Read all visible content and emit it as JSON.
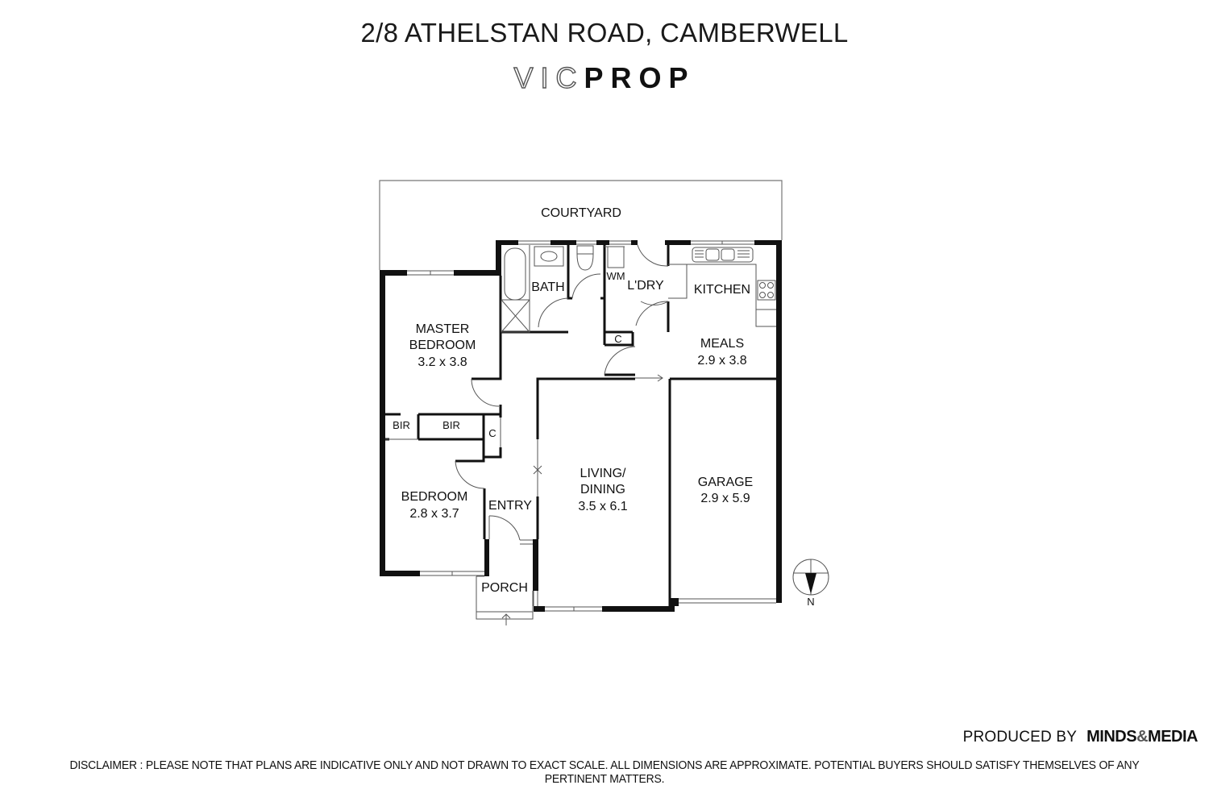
{
  "header": {
    "address": "2/8 ATHELSTAN ROAD, CAMBERWELL",
    "brand_light": "VIC",
    "brand_bold": "PROP"
  },
  "rooms": {
    "courtyard": {
      "name": "COURTYARD"
    },
    "bath": {
      "name": "BATH"
    },
    "wm": {
      "name": "WM"
    },
    "laundry": {
      "name": "L'DRY"
    },
    "kitchen": {
      "name": "KITCHEN"
    },
    "meals": {
      "name": "MEALS",
      "size": "2.9 x 3.8"
    },
    "master_bedroom": {
      "name_line1": "MASTER",
      "name_line2": "BEDROOM",
      "size": "3.2 x 3.8"
    },
    "bir_1": {
      "name": "BIR"
    },
    "bir_2": {
      "name": "BIR"
    },
    "cupboard_hall": {
      "name": "C"
    },
    "cupboard_laundry": {
      "name": "C"
    },
    "bedroom": {
      "name": "BEDROOM",
      "size": "2.8 x 3.7"
    },
    "entry": {
      "name": "ENTRY"
    },
    "porch": {
      "name": "PORCH"
    },
    "living_dining": {
      "name_line1": "LIVING/",
      "name_line2": "DINING",
      "size": "3.5 x 6.1"
    },
    "garage": {
      "name": "GARAGE",
      "size": "2.9 x 5.9"
    }
  },
  "compass": {
    "label": "N",
    "icon": "north-arrow-icon"
  },
  "footer": {
    "produced_by": "PRODUCED BY",
    "producer_part1": "MINDS",
    "producer_amp": "&",
    "producer_part2": "MEDIA",
    "disclaimer": "DISCLAIMER : PLEASE NOTE THAT PLANS ARE INDICATIVE ONLY AND NOT DRAWN TO EXACT SCALE. ALL DIMENSIONS ARE APPROXIMATE. POTENTIAL BUYERS SHOULD SATISFY THEMSELVES OF ANY PERTINENT MATTERS."
  },
  "colors": {
    "wall": "#111111",
    "thin_line": "#555555",
    "background": "#ffffff"
  }
}
